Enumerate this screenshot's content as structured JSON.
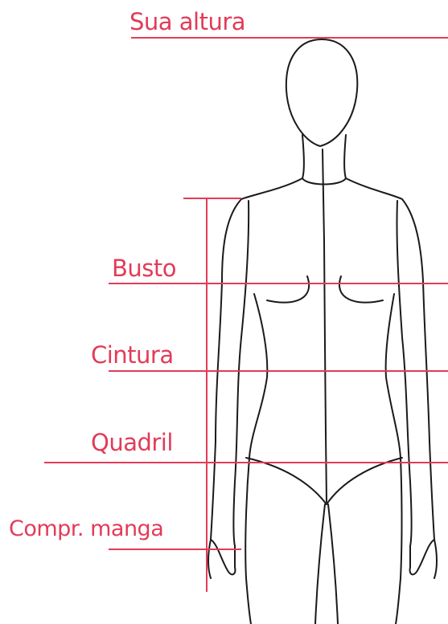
{
  "labels": {
    "height": "Sua altura",
    "bust": "Busto",
    "waist": "Cintura",
    "hip": "Quadril",
    "sleeve": "Compr. manga"
  },
  "colors": {
    "accent": "#e23b58",
    "outline": "#1a1a1a",
    "background": "#ffffff"
  }
}
